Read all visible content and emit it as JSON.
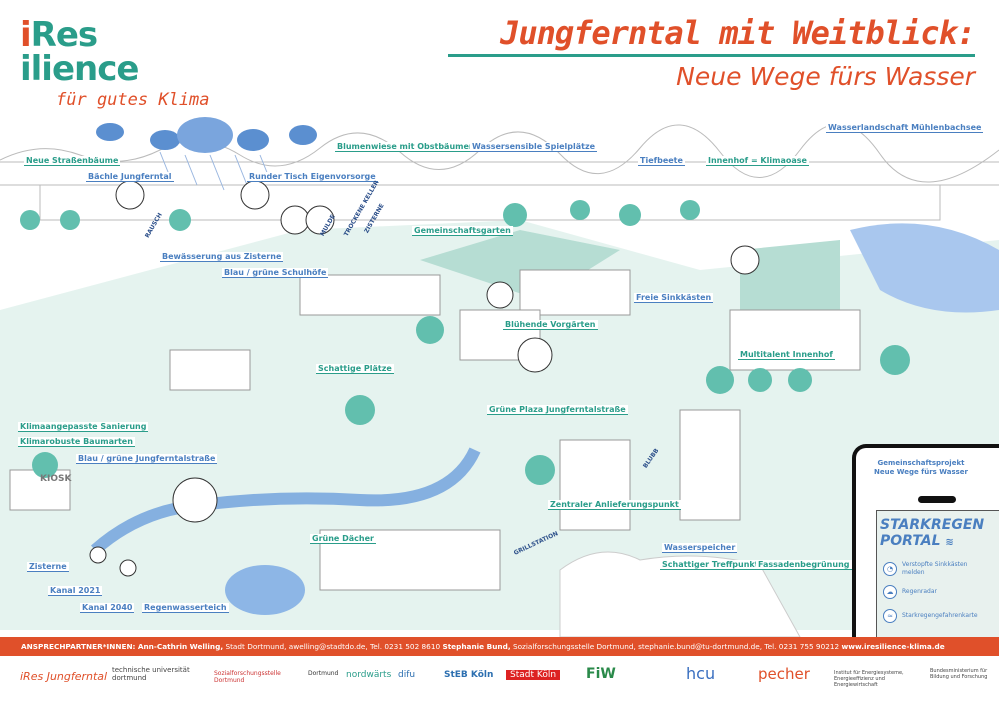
{
  "header": {
    "logo_i": "i",
    "logo_rest1": "Res",
    "logo_line2": "ilience",
    "logo_sub": "für gutes Klima",
    "title": "Jungferntal mit Weitblick:",
    "subtitle": "Neue Wege fürs Wasser"
  },
  "labels": {
    "neue_strassenbaeume": "Neue Straßenbäume",
    "baechle": "Bächle Jungferntal",
    "runder_tisch": "Runder Tisch Eigenvorsorge",
    "blumenwiese": "Blumenwiese mit Obstbäumen",
    "spielplaetze": "Wassersensible Spielplätze",
    "tiefbeete": "Tiefbeete",
    "innenhof_klimaoase": "Innenhof = Klimaoase",
    "wasserlandschaft": "Wasserlandschaft Mühlenbachsee",
    "gemeinschaftsgarten": "Gemeinschaftsgarten",
    "bewaesserung": "Bewässerung aus Zisterne",
    "schulhoefe": "Blau / grüne Schulhöfe",
    "sinkkaesten": "Freie Sinkkästen",
    "vorgaerten": "Blühende Vorgärten",
    "multitalent": "Multitalent Innenhof",
    "schattige_plaetze": "Schattige Plätze",
    "gruene_plaza": "Grüne Plaza Jungferntalstraße",
    "sanierung": "Klimaangepasste Sanierung",
    "baumarten": "Klimarobuste Baumarten",
    "jungferntalstrasse": "Blau / grüne Jungferntalstraße",
    "anlieferungspunkt": "Zentraler Anlieferungspunkt",
    "gruene_daecher": "Grüne Dächer",
    "wasserspeicher": "Wasserspeicher",
    "treffpunkt": "Schattiger Treffpunkt",
    "fassaden": "Fassadenbegrünung",
    "zisterne": "Zisterne",
    "kanal2021": "Kanal 2021",
    "kanal2040": "Kanal 2040",
    "regenwasserteich": "Regenwasserteich"
  },
  "scene_text": {
    "rausch": "RAUSCH",
    "mulde": "MULDE",
    "trockene_keller": "TROCKENE KELLER",
    "zisterne_sign": "ZISTERNE",
    "blubb": "BLUBB",
    "grillstation": "GRILLSTATION",
    "kiosk": "KIOSK"
  },
  "phone": {
    "project": "Gemeinschaftsprojekt",
    "project2": "Neue Wege fürs Wasser",
    "title1": "STARKREGEN",
    "title2": "PORTAL",
    "items": [
      "Verstopfte Sinkkästen melden",
      "Regenradar",
      "Starkregengefahrenkarte"
    ]
  },
  "footer": {
    "lead": "ANSPRECHPARTNER*INNEN:",
    "p1_name": "Ann-Cathrin Welling,",
    "p1_info": "Stadt Dortmund, awelling@stadtdo.de, Tel. 0231 502 8610",
    "p2_name": "Stephanie Bund,",
    "p2_info": "Sozialforschungsstelle Dortmund, stephanie.bund@tu-dortmund.de, Tel. 0231 755 90212",
    "website": "www.iresilience-klima.de"
  },
  "partners": [
    "iRes Jungferntal",
    "technische universität dortmund",
    "Sozialforschungsstelle Dortmund",
    "Dortmund",
    "nordwärts",
    "difu",
    "StEB Köln",
    "Stadt Köln",
    "FiW",
    "hcu",
    "pecher",
    "Institut für Energiesysteme, Energieeffizienz und Energiewirtschaft",
    "Bundesministerium für Bildung und Forschung"
  ],
  "colors": {
    "orange": "#e0502a",
    "teal": "#2a9d8a",
    "blue": "#4a7fc0"
  }
}
